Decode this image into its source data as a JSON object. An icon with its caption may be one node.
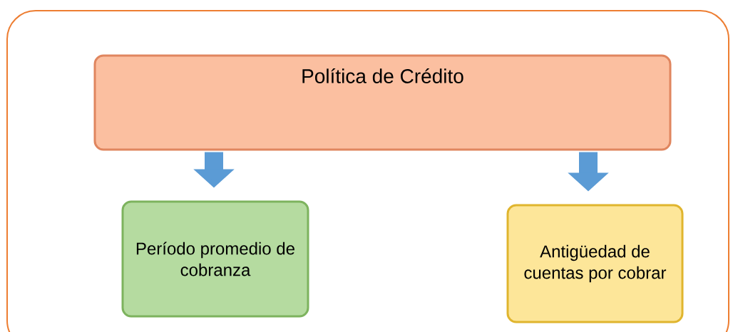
{
  "diagram": {
    "nodes": [
      {
        "text": [
          "Política de Crédito"
        ]
      },
      {
        "text": [
          "Período promedio de cobranza"
        ]
      },
      {
        "text": [
          "Antigüedad de cuentas por cobrar"
        ]
      }
    ],
    "edges": [
      {
        "from": 0,
        "to": 1,
        "arrow": "to"
      },
      {
        "from": 0,
        "to": 2,
        "arrow": "to"
      }
    ]
  }
}
